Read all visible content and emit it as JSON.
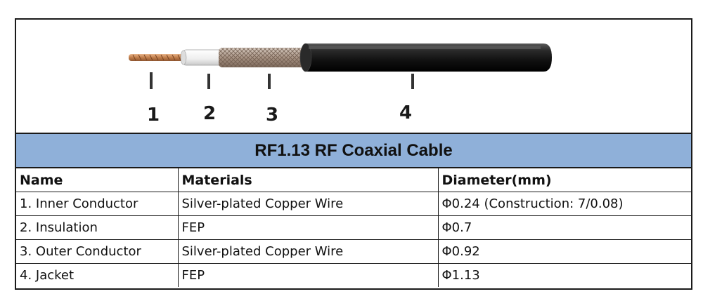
{
  "illustration": {
    "callouts": [
      "1",
      "2",
      "3",
      "4"
    ]
  },
  "table": {
    "title": "RF1.13 RF Coaxial Cable",
    "headers": [
      "Name",
      "Materials",
      "Diameter(mm)"
    ],
    "rows": [
      [
        "1. Inner Conductor",
        "Silver-plated Copper Wire",
        "Φ0.24 (Construction: 7/0.08)"
      ],
      [
        "2. Insulation",
        "FEP",
        "Φ0.7"
      ],
      [
        "3. Outer Conductor",
        "Silver-plated Copper Wire",
        "Φ0.92"
      ],
      [
        "4. Jacket",
        "FEP",
        "Φ1.13"
      ]
    ]
  },
  "colors": {
    "title_bar": "#8fb0d9",
    "jacket": "#1b1b1b",
    "copper": "#c98a55",
    "insulation": "#f2f2f2",
    "braid": "#b7a79a"
  }
}
